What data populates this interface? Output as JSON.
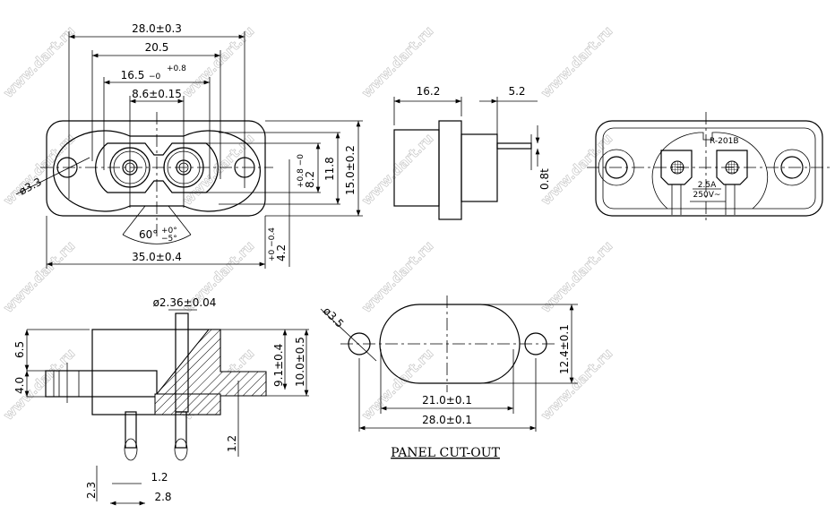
{
  "watermark": "www.dart.ru",
  "front_view": {
    "dim_overall_mount": "28.0±0.3",
    "dim_outer_socket": "20.5",
    "dim_socket_width": "16.5",
    "dim_socket_width_tol_upper": "+0.8",
    "dim_socket_width_tol_lower": "−0",
    "dim_pin_spacing": "8.6±0.15",
    "dim_hole_diameter": "ø3.3",
    "dim_angle": "60°",
    "dim_angle_tol_upper": "+0°",
    "dim_angle_tol_lower": "−5°",
    "dim_total_length": "35.0±0.4",
    "dim_socket_height": "8.2",
    "dim_socket_height_tol": "+0.8 −0",
    "dim_inner_height": "11.8",
    "dim_total_height": "15.0±0.2",
    "dim_offset": "4.2",
    "dim_offset_tol": "+0 −0.4"
  },
  "side_view": {
    "dim_body_depth": "16.2",
    "dim_pin_length": "5.2",
    "dim_pin_thickness": "0.8t"
  },
  "rear_view": {
    "model": "R-201B",
    "rating_current": "2.5A",
    "rating_voltage": "250V~"
  },
  "section_view": {
    "dim_pin_diameter": "ø2.36±0.04",
    "dim_upper_height": "6.5",
    "dim_flange_thickness": "4.0",
    "dim_pin_height": "9.1±0.4",
    "dim_body_height": "10.0±0.5",
    "dim_terminal_gap": "1.2",
    "dim_terminal_hole": "2.3",
    "dim_terminal_width_inner": "1.2",
    "dim_terminal_width": "2.8"
  },
  "panel_cutout": {
    "title": "PANEL CUT-OUT",
    "dim_hole_diameter": "ø3.5",
    "dim_cutout_width": "21.0±0.1",
    "dim_hole_spacing": "28.0±0.1",
    "dim_cutout_height": "12.4±0.1"
  }
}
